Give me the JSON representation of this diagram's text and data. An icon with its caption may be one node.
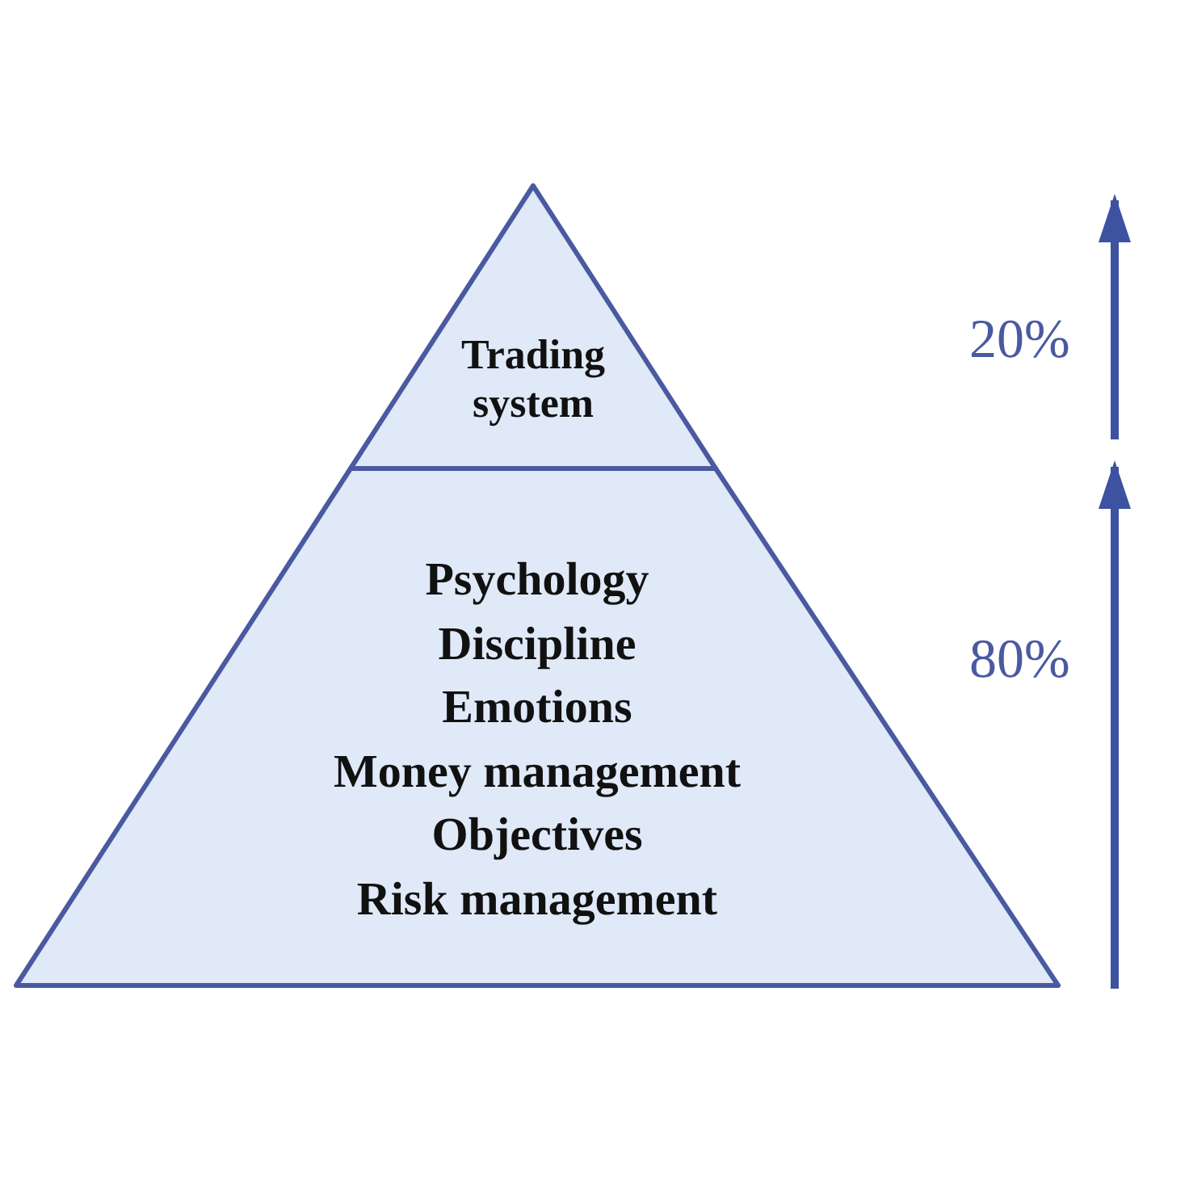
{
  "diagram": {
    "nodes": [
      {
        "text": [
          "Trading system"
        ]
      },
      {
        "text": [
          "Psychology",
          "Discipline",
          "Emotions",
          "Money management",
          "Objectives",
          "Risk management"
        ]
      }
    ],
    "labels": [
      "20%",
      "80%"
    ]
  }
}
